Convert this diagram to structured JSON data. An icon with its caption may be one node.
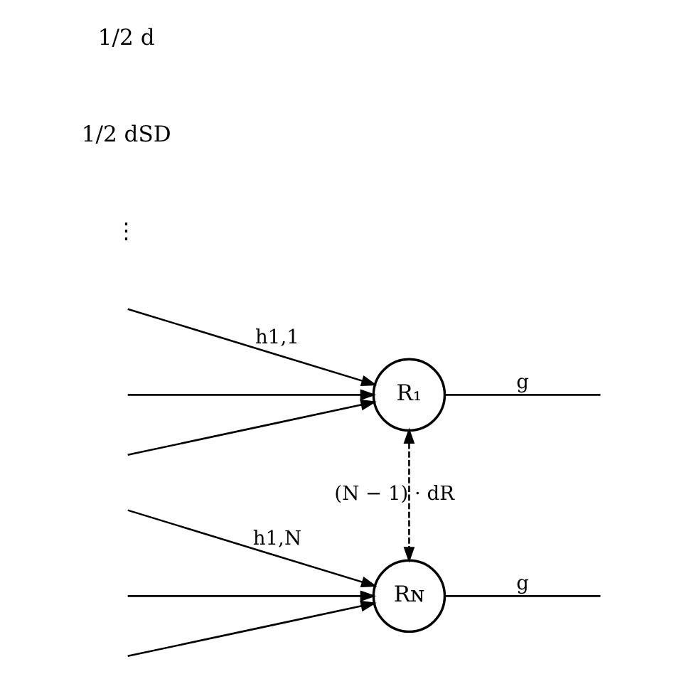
{
  "diagram": {
    "nodes": [
      {
        "text": [
          "R₁"
        ]
      },
      {
        "text": [
          "Rɴ"
        ]
      }
    ],
    "edges": [
      {
        "from": null,
        "to": 0,
        "arrow": "to",
        "label": "h1,1"
      },
      {
        "from": null,
        "to": 1,
        "arrow": "to",
        "label": "h1,N"
      },
      {
        "from": null,
        "to": 0,
        "arrow": "to"
      },
      {
        "from": null,
        "to": 1,
        "arrow": "to"
      },
      {
        "from": null,
        "to": 0,
        "arrow": "to"
      },
      {
        "from": null,
        "to": 1,
        "arrow": "to"
      },
      {
        "from": 0,
        "to": null,
        "arrow": "none",
        "label": "g"
      },
      {
        "from": 1,
        "to": null,
        "arrow": "none",
        "label": "g"
      },
      {
        "from": 0,
        "to": 1,
        "arrow": "both",
        "style": "dashed",
        "label": "(N − 1) · dR"
      }
    ],
    "labels": [
      "⋮",
      "1/2 dSD",
      "1/2 d"
    ]
  }
}
